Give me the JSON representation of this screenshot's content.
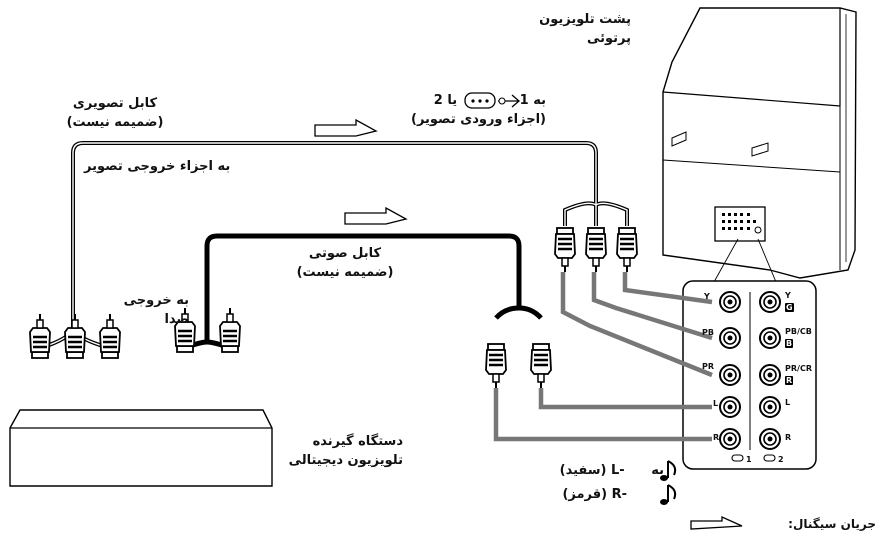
{
  "labels": {
    "tv_back_line1": "پشت تلویزیون",
    "tv_back_line2": "پرتوئی",
    "video_cable_line1": "کابل تصویری",
    "video_cable_line2": "(ضمیمه نیست)",
    "to_inputs_prefix": "به",
    "to_inputs_num1": "1",
    "to_inputs_or": "یا",
    "to_inputs_num2": "2",
    "to_inputs_line2": "(اجزاء ورودی تصویر)",
    "to_video_outputs": "به اجزاء خروجی تصویر",
    "audio_cable_line1": "کابل صوتی",
    "audio_cable_line2": "(ضمیمه نیست)",
    "to_audio_out_line1": "به خروجی",
    "to_audio_out_line2": "صدا",
    "receiver_line1": "دستگاه گیرنده",
    "receiver_line2": "تلویزیون دیجیتالی",
    "to_lr_prefix": "به",
    "lr_l_code": "L-",
    "lr_white": "(سفید)",
    "lr_r_code": "R-",
    "lr_red": "(قرمز)",
    "signal_flow": "جریان سیگنال:"
  },
  "jacks": {
    "col1": [
      "Y",
      "PB",
      "PR",
      "L",
      "R"
    ],
    "col1_footer": "1",
    "col2": [
      "Y",
      "PB/CB",
      "PR/CR",
      "L",
      "R"
    ],
    "col2_letters": [
      "G",
      "B",
      "R"
    ],
    "col2_footer": "2"
  }
}
